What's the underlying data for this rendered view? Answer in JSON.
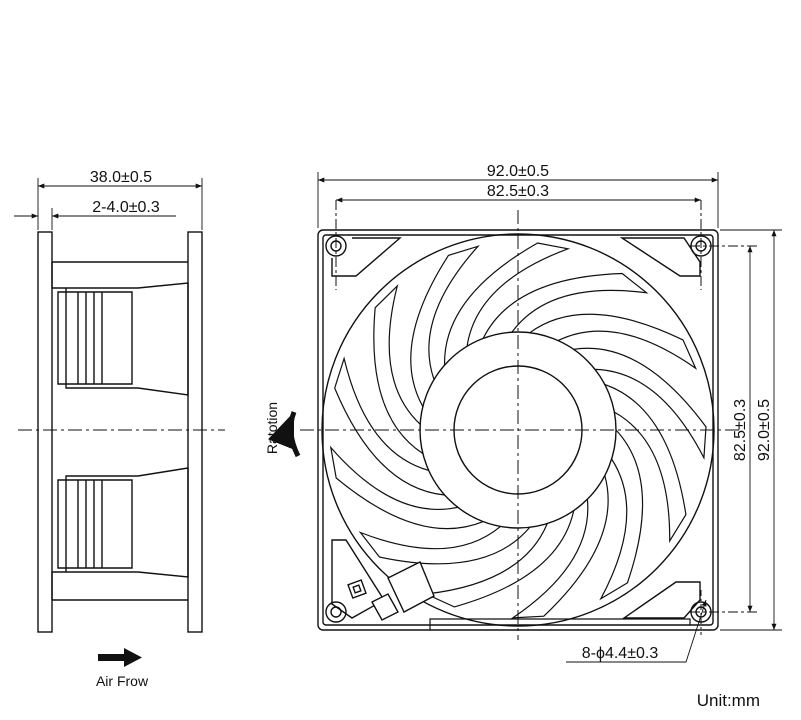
{
  "side_view": {
    "depth_dim": "38.0±0.5",
    "flange_dim": "2-4.0±0.3",
    "airflow_label": "Air Frow"
  },
  "front_view": {
    "outer_width_dim": "92.0±0.5",
    "hole_pitch_width_dim": "82.5±0.3",
    "hole_pitch_height_dim": "82.5±0.3",
    "outer_height_dim": "92.0±0.5",
    "mount_hole_dim": "8-ϕ4.4±0.3",
    "rotation_label": "Ratotion",
    "blade_count": 13
  },
  "unit_label": "Unit:mm",
  "colors": {
    "line": "#111111",
    "background": "#ffffff"
  }
}
